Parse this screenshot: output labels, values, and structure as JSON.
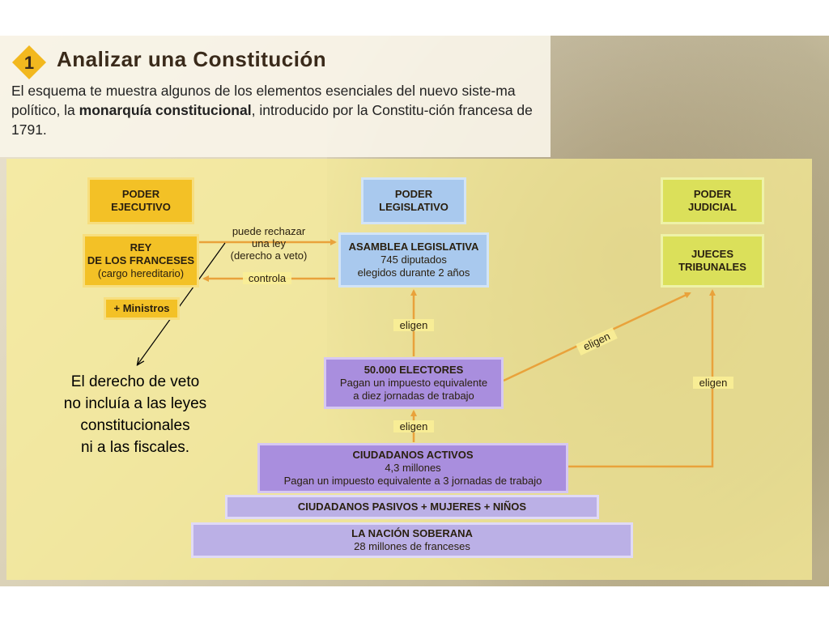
{
  "header": {
    "step_number": "1",
    "title": "Analizar una Constitución",
    "intro_part1": "El esquema te muestra algunos de los elementos esenciales del nuevo siste-ma político, la ",
    "intro_bold": "monarquía constitucional",
    "intro_part2": ", introducido por la Constitu-ción francesa de 1791."
  },
  "diagram": {
    "poder_ejecutivo": [
      "PODER",
      "EJECUTIVO"
    ],
    "poder_legislativo": [
      "PODER",
      "LEGISLATIVO"
    ],
    "poder_judicial": [
      "PODER",
      "JUDICIAL"
    ],
    "rey": {
      "line1": "REY",
      "line2": "DE LOS FRANCESES",
      "line3": "(cargo hereditario)"
    },
    "ministros": "+ Ministros",
    "asamblea": {
      "line1": "ASAMBLEA LEGISLATIVA",
      "line2": "745 diputados",
      "line3": "elegidos durante 2 años"
    },
    "jueces": {
      "line1": "JUECES",
      "line2": "TRIBUNALES"
    },
    "electores": {
      "line1": "50.000 ELECTORES",
      "line2": "Pagan un impuesto equivalente",
      "line3": "a diez jornadas de trabajo"
    },
    "activos": {
      "line1": "CIUDADANOS ACTIVOS",
      "line2": "4,3 millones",
      "line3": "Pagan un impuesto equivalente a 3 jornadas de trabajo"
    },
    "pasivos": "CIUDADANOS PASIVOS + MUJERES + NIÑOS",
    "nacion": {
      "line1": "LA NACIÓN SOBERANA",
      "line2": "28 millones de franceses"
    },
    "veto_label": {
      "line1": "puede rechazar",
      "line2": "una ley",
      "line3": "(derecho a veto)"
    },
    "control_label": "controla",
    "eligen_1": "eligen",
    "eligen_2": "eligen",
    "eligen_3": "eligen",
    "eligen_4": "eligen"
  },
  "note": {
    "line1": "El derecho de veto",
    "line2": "no incluía a las leyes",
    "line3": "constitucionales",
    "line4": "ni a las fiscales."
  },
  "colors": {
    "arrow": "#e9a23b",
    "ejecutivo": "#f3c126",
    "legislativo": "#a9c9ee",
    "judicial": "#dbe05a",
    "ciudadanos": "#a98ede"
  }
}
